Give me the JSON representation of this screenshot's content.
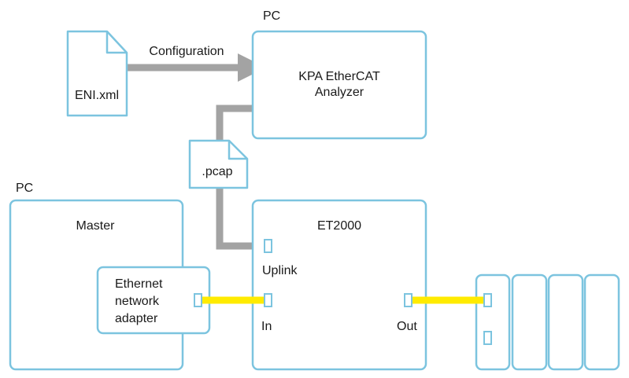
{
  "colors": {
    "box_stroke": "#7cc4df",
    "gray_link": "#a3a3a3",
    "ethercat_link": "#ffeb00",
    "text": "#1a1a1a"
  },
  "labels": {
    "pc_top": "PC",
    "pc_left": "PC",
    "eni_file": "ENI.xml",
    "configuration": "Configuration",
    "analyzer_line1": "KPA EtherCAT",
    "analyzer_line2": "Analyzer",
    "pcap_file": ".pcap",
    "master": "Master",
    "adapter_line1": "Ethernet",
    "adapter_line2": "network",
    "adapter_line3": "adapter",
    "et2000": "ET2000",
    "uplink": "Uplink",
    "in_port": "In",
    "out_port": "Out"
  }
}
